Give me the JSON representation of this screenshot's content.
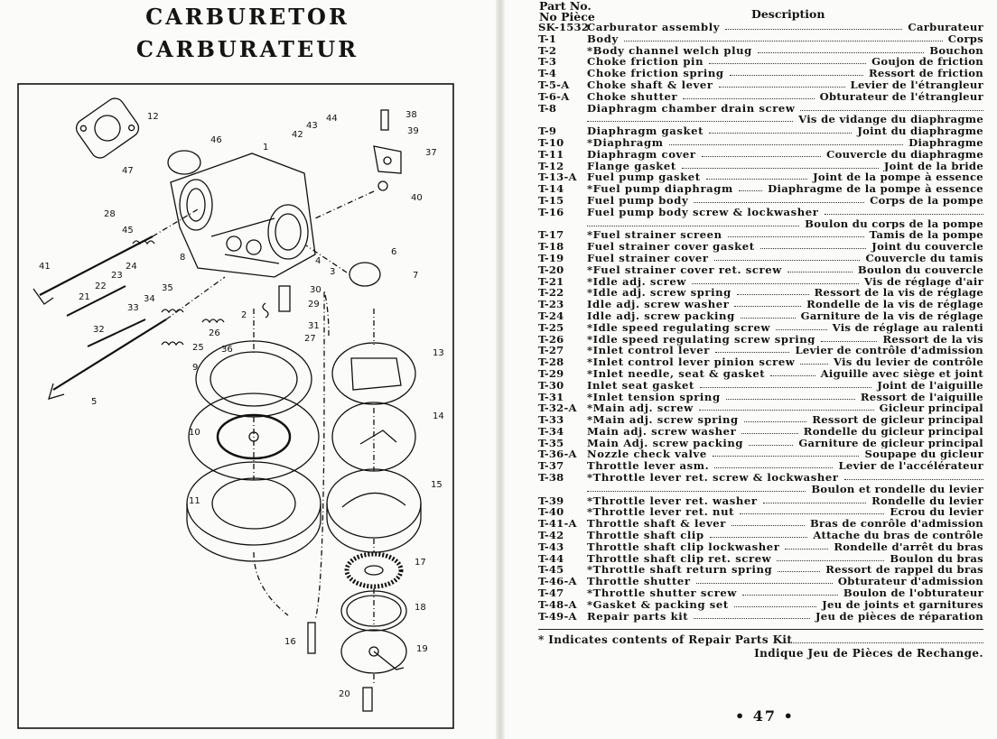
{
  "left_page": {
    "title_en": "CARBURETOR",
    "title_fr": "CARBURATEUR",
    "callouts": [
      "12",
      "46",
      "1",
      "43",
      "44",
      "42",
      "38",
      "39",
      "37",
      "47",
      "40",
      "28",
      "45",
      "41",
      "24",
      "8",
      "4",
      "23",
      "22",
      "6",
      "3",
      "7",
      "21",
      "35",
      "30",
      "34",
      "33",
      "29",
      "32",
      "2",
      "31",
      "26",
      "25",
      "36",
      "27",
      "5",
      "9",
      "13",
      "10",
      "14",
      "11",
      "15",
      "17",
      "18",
      "16",
      "19",
      "20"
    ]
  },
  "right_page": {
    "header_part_no_en": "Part No.",
    "header_part_no_fr": "No Pièce",
    "header_description": "Description",
    "parts": [
      {
        "pn": "SK-1532",
        "en": "Carburator assembly",
        "fr": "Carburateur"
      },
      {
        "pn": "T-1",
        "en": "Body",
        "fr": "Corps"
      },
      {
        "pn": "T-2",
        "en": "*Body channel welch plug",
        "fr": "Bouchon"
      },
      {
        "pn": "T-3",
        "en": "Choke friction pin",
        "fr": "Goujon de friction"
      },
      {
        "pn": "T-4",
        "en": "Choke friction spring",
        "fr": "Ressort de friction"
      },
      {
        "pn": "T-5-A",
        "en": "Choke shaft & lever",
        "fr": "Levier de l'étrangleur"
      },
      {
        "pn": "T-6-A",
        "en": "Choke shutter",
        "fr": "Obturateur de l'étrangleur"
      },
      {
        "pn": "T-8",
        "en": "Diaphragm chamber drain screw",
        "fr": ""
      },
      {
        "pn": "",
        "en": "",
        "fr": "Vis de vidange du diaphragme"
      },
      {
        "pn": "T-9",
        "en": "Diaphragm gasket",
        "fr": "Joint du diaphragme"
      },
      {
        "pn": "T-10",
        "en": "*Diaphragm",
        "fr": "Diaphragme"
      },
      {
        "pn": "T-11",
        "en": "Diaphragm cover",
        "fr": "Couvercle du diaphragme"
      },
      {
        "pn": "T-12",
        "en": "Flange gasket",
        "fr": "Joint de la bride"
      },
      {
        "pn": "T-13-A",
        "en": "Fuel pump gasket",
        "fr": "Joint de la pompe à essence"
      },
      {
        "pn": "T-14",
        "en": "*Fuel pump diaphragm",
        "fr": "Diaphragme de la pompe à essence"
      },
      {
        "pn": "T-15",
        "en": "Fuel pump body",
        "fr": "Corps de la pompe"
      },
      {
        "pn": "T-16",
        "en": "Fuel pump body screw & lockwasher",
        "fr": ""
      },
      {
        "pn": "",
        "en": "",
        "fr": "Boulon du corps de la pompe"
      },
      {
        "pn": "T-17",
        "en": "*Fuel strainer screen",
        "fr": "Tamis de la pompe"
      },
      {
        "pn": "T-18",
        "en": "Fuel strainer cover gasket",
        "fr": "Joint du couvercle"
      },
      {
        "pn": "T-19",
        "en": "Fuel strainer cover",
        "fr": "Couvercle du tamis"
      },
      {
        "pn": "T-20",
        "en": "*Fuel strainer cover ret. screw",
        "fr": "Boulon du couvercle"
      },
      {
        "pn": "T-21",
        "en": "*Idle adj. screw",
        "fr": "Vis de réglage d'air"
      },
      {
        "pn": "T-22",
        "en": "*Idle adj. screw spring",
        "fr": "Ressort de la vis de réglage"
      },
      {
        "pn": "T-23",
        "en": "Idle adj. screw washer",
        "fr": "Rondelle de la vis de réglage"
      },
      {
        "pn": "T-24",
        "en": "Idle adj. screw packing",
        "fr": "Garniture de la vis de réglage"
      },
      {
        "pn": "T-25",
        "en": "*Idle speed regulating screw",
        "fr": "Vis de réglage au ralenti"
      },
      {
        "pn": "T-26",
        "en": "*Idle speed regulating screw spring",
        "fr": "Ressort de la vis"
      },
      {
        "pn": "T-27",
        "en": "*Inlet control lever",
        "fr": "Levier de contrôle d'admission"
      },
      {
        "pn": "T-28",
        "en": "*Inlet control lever pinion screw",
        "fr": "Vis du levier de contrôle"
      },
      {
        "pn": "T-29",
        "en": "*Inlet needle, seat & gasket",
        "fr": "Aiguille avec siège et joint"
      },
      {
        "pn": "T-30",
        "en": "Inlet seat gasket",
        "fr": "Joint de l'aiguille"
      },
      {
        "pn": "T-31",
        "en": "*Inlet tension spring",
        "fr": "Ressort de l'aiguille"
      },
      {
        "pn": "T-32-A",
        "en": "*Main adj. screw",
        "fr": "Gicleur principal"
      },
      {
        "pn": "T-33",
        "en": "*Main adj. screw spring",
        "fr": "Ressort de gicleur principal"
      },
      {
        "pn": "T-34",
        "en": "Main adj. screw washer",
        "fr": "Rondelle du gicleur principal"
      },
      {
        "pn": "T-35",
        "en": "Main Adj. screw packing",
        "fr": "Garniture de gicleur principal"
      },
      {
        "pn": "T-36-A",
        "en": "Nozzle check valve",
        "fr": "Soupape du gicleur"
      },
      {
        "pn": "T-37",
        "en": "Throttle lever asm.",
        "fr": "Levier de l'accélérateur"
      },
      {
        "pn": "T-38",
        "en": "*Throttle lever ret. screw & lockwasher",
        "fr": ""
      },
      {
        "pn": "",
        "en": "",
        "fr": "Boulon et rondelle du levier"
      },
      {
        "pn": "T-39",
        "en": "*Throttle lever ret. washer",
        "fr": "Rondelle du levier"
      },
      {
        "pn": "T-40",
        "en": "*Throttle lever ret. nut",
        "fr": "Ecrou du levier"
      },
      {
        "pn": "T-41-A",
        "en": "Throttle shaft & lever",
        "fr": "Bras de conrôle d'admission"
      },
      {
        "pn": "T-42",
        "en": "Throttle shaft clip",
        "fr": "Attache du bras de contrôle"
      },
      {
        "pn": "T-43",
        "en": "Throttle shaft clip lockwasher",
        "fr": "Rondelle d'arrêt du bras"
      },
      {
        "pn": "T-44",
        "en": "Throttle shaft clip ret. screw",
        "fr": "Boulon du bras"
      },
      {
        "pn": "T-45",
        "en": "*Throttle shaft return spring",
        "fr": "Ressort de rappel du bras"
      },
      {
        "pn": "T-46-A",
        "en": "Throttle shutter",
        "fr": "Obturateur d'admission"
      },
      {
        "pn": "T-47",
        "en": "*Throttle shutter screw",
        "fr": "Boulon de l'obturateur"
      },
      {
        "pn": "T-48-A",
        "en": "*Gasket & packing set",
        "fr": "Jeu de joints et garnitures"
      },
      {
        "pn": "T-49-A",
        "en": "Repair parts kit",
        "fr": "Jeu de pièces de réparation"
      }
    ],
    "footnote_en": "* Indicates contents of Repair Parts Kit",
    "footnote_fr": "Indique Jeu de Pièces de Rechange.",
    "page_number": "• 47 •"
  },
  "colors": {
    "paper": "#fbfbf9",
    "ink": "#141414"
  }
}
